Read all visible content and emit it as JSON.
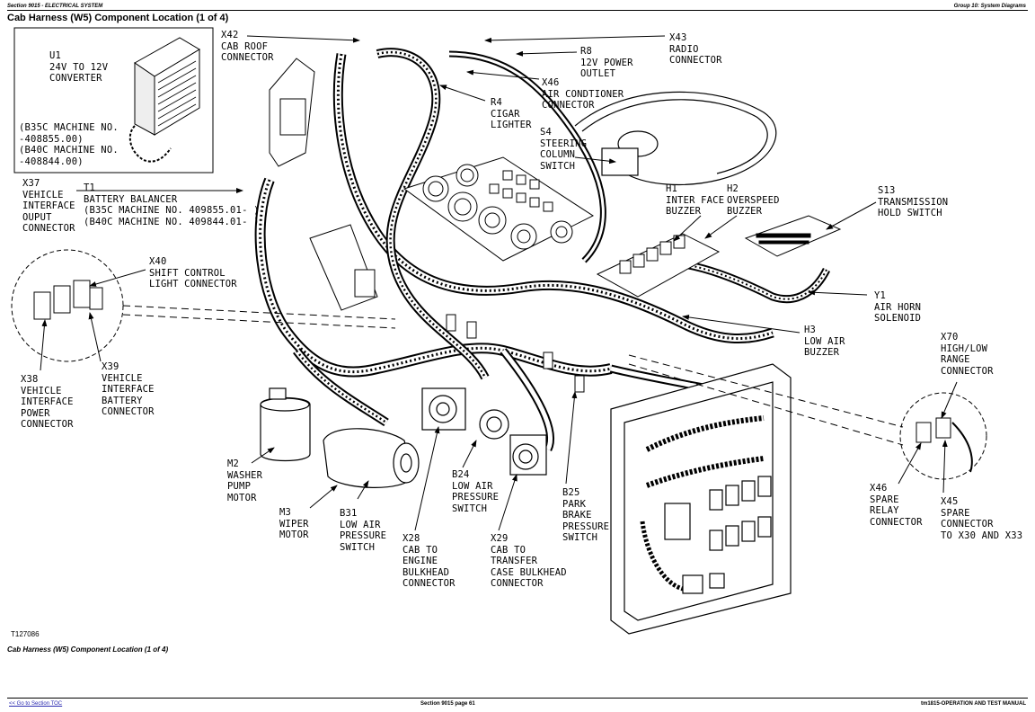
{
  "header": {
    "left": "Section 9015 - ELECTRICAL SYSTEM",
    "right": "Group 10: System Diagrams"
  },
  "title": "Cab Harness (W5) Component Location (1 of 4)",
  "figure_id": "T127086",
  "caption": "Cab Harness (W5) Component Location (1 of 4)",
  "footer": {
    "toc_link": "<< Go to Section TOC",
    "page": "Section 9015 page 61",
    "manual": "tm1815-OPERATION AND TEST MANUAL"
  },
  "inset": {
    "u1": "U1\n24V TO 12V\nCONVERTER",
    "u1_serial": "(B35C MACHINE NO.\n-408855.00)\n(B40C MACHINE NO.\n-408844.00)"
  },
  "labels": {
    "x42": "X42\nCAB ROOF\nCONNECTOR",
    "x43": "X43\nRADIO\nCONNECTOR",
    "r8": "R8\n12V POWER\nOUTLET",
    "x46_ac": "X46\nAIR CONDTIONER\nCONNECTOR",
    "r4": "R4\nCIGAR\nLIGHTER",
    "s4": "S4\nSTEERING\nCOLUMN\nSWITCH",
    "x37": "X37\nVEHICLE\nINTERFACE\nOUPUT\nCONNECTOR",
    "t1": "T1\nBATTERY BALANCER\n(B35C MACHINE NO. 409855.01- )\n(B40C MACHINE NO. 409844.01- )",
    "h1": "H1\nINTER FACE\nBUZZER",
    "h2": "H2\nOVERSPEED\nBUZZER",
    "s13": "S13\nTRANSMISSION\nHOLD SWITCH",
    "x40": "X40\nSHIFT CONTROL\nLIGHT CONNECTOR",
    "y1": "Y1\nAIR HORN\nSOLENOID",
    "h3": "H3\nLOW AIR\nBUZZER",
    "x70": "X70\nHIGH/LOW\nRANGE\nCONNECTOR",
    "x38": "X38\nVEHICLE\nINTERFACE\nPOWER\nCONNECTOR",
    "x39": "X39\nVEHICLE\nINTERFACE\nBATTERY\nCONNECTOR",
    "m2": "M2\nWASHER\nPUMP\nMOTOR",
    "m3": "M3\nWIPER\nMOTOR",
    "b31": "B31\nLOW AIR\nPRESSURE\nSWITCH",
    "b24": "B24\nLOW AIR\nPRESSURE\nSWITCH",
    "x28": "X28\nCAB TO\nENGINE\nBULKHEAD\nCONNECTOR",
    "x29": "X29\nCAB TO\nTRANSFER\nCASE BULKHEAD\nCONNECTOR",
    "b25": "B25\nPARK\nBRAKE\nPRESSURE\nSWITCH",
    "x46_spare": "X46\nSPARE\nRELAY\nCONNECTOR",
    "x45": "X45\nSPARE\nCONNECTOR\nTO X30 AND X33"
  }
}
